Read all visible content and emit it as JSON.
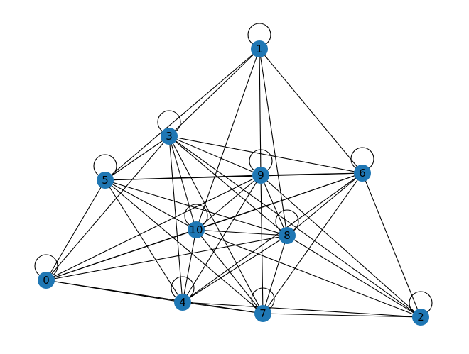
{
  "graph": {
    "node_color": "#1f77b4",
    "edge_color": "#000000",
    "background": "#ffffff",
    "nodes": [
      {
        "id": "0",
        "label": "0"
      },
      {
        "id": "1",
        "label": "1"
      },
      {
        "id": "2",
        "label": "2"
      },
      {
        "id": "3",
        "label": "3"
      },
      {
        "id": "4",
        "label": "4"
      },
      {
        "id": "5",
        "label": "5"
      },
      {
        "id": "6",
        "label": "6"
      },
      {
        "id": "7",
        "label": "7"
      },
      {
        "id": "8",
        "label": "8"
      },
      {
        "id": "9",
        "label": "9"
      },
      {
        "id": "10",
        "label": "10"
      }
    ],
    "self_loops": [
      "0",
      "1",
      "2",
      "3",
      "4",
      "5",
      "6",
      "7",
      "8",
      "9",
      "10"
    ],
    "edges": [
      [
        "1",
        "3"
      ],
      [
        "1",
        "5"
      ],
      [
        "1",
        "6"
      ],
      [
        "1",
        "9"
      ],
      [
        "1",
        "10"
      ],
      [
        "1",
        "8"
      ],
      [
        "3",
        "5"
      ],
      [
        "3",
        "0"
      ],
      [
        "3",
        "9"
      ],
      [
        "3",
        "6"
      ],
      [
        "3",
        "10"
      ],
      [
        "3",
        "4"
      ],
      [
        "3",
        "7"
      ],
      [
        "3",
        "8"
      ],
      [
        "3",
        "2"
      ],
      [
        "5",
        "9"
      ],
      [
        "5",
        "6"
      ],
      [
        "5",
        "10"
      ],
      [
        "5",
        "8"
      ],
      [
        "5",
        "4"
      ],
      [
        "5",
        "7"
      ],
      [
        "5",
        "0"
      ],
      [
        "9",
        "6"
      ],
      [
        "9",
        "10"
      ],
      [
        "9",
        "8"
      ],
      [
        "9",
        "4"
      ],
      [
        "9",
        "7"
      ],
      [
        "9",
        "2"
      ],
      [
        "9",
        "0"
      ],
      [
        "6",
        "10"
      ],
      [
        "6",
        "8"
      ],
      [
        "6",
        "4"
      ],
      [
        "6",
        "7"
      ],
      [
        "6",
        "2"
      ],
      [
        "6",
        "0"
      ],
      [
        "10",
        "8"
      ],
      [
        "10",
        "0"
      ],
      [
        "10",
        "4"
      ],
      [
        "10",
        "7"
      ],
      [
        "10",
        "2"
      ],
      [
        "8",
        "0"
      ],
      [
        "8",
        "4"
      ],
      [
        "8",
        "7"
      ],
      [
        "8",
        "2"
      ],
      [
        "0",
        "4"
      ],
      [
        "0",
        "7"
      ],
      [
        "4",
        "7"
      ],
      [
        "4",
        "2"
      ],
      [
        "7",
        "2"
      ]
    ]
  }
}
